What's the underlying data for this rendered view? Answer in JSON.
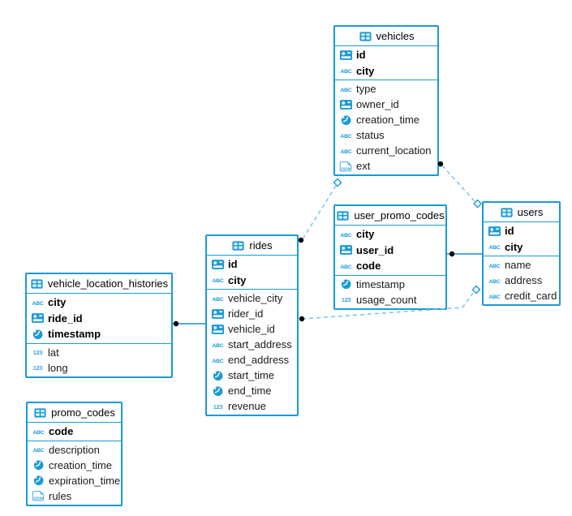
{
  "colors": {
    "accent_blue": "#1a9ad6",
    "dashed_line_blue": "#7cc4e8",
    "endpoint_dot": "#000000",
    "table_background": "#ffffff"
  },
  "icons": [
    "table-icon",
    "id-badge-icon",
    "text-abc-icon",
    "number-123-icon",
    "clock-icon",
    "json-icon"
  ],
  "tables": [
    {
      "name": "vehicles",
      "keys": [
        {
          "name": "id",
          "type": "id"
        },
        {
          "name": "city",
          "type": "text"
        }
      ],
      "fields": [
        {
          "name": "type",
          "type": "text"
        },
        {
          "name": "owner_id",
          "type": "id"
        },
        {
          "name": "creation_time",
          "type": "time"
        },
        {
          "name": "status",
          "type": "text"
        },
        {
          "name": "current_location",
          "type": "text"
        },
        {
          "name": "ext",
          "type": "json"
        }
      ]
    },
    {
      "name": "user_promo_codes",
      "keys": [
        {
          "name": "city",
          "type": "text"
        },
        {
          "name": "user_id",
          "type": "id"
        },
        {
          "name": "code",
          "type": "text"
        }
      ],
      "fields": [
        {
          "name": "timestamp",
          "type": "time"
        },
        {
          "name": "usage_count",
          "type": "number"
        }
      ]
    },
    {
      "name": "users",
      "keys": [
        {
          "name": "id",
          "type": "id"
        },
        {
          "name": "city",
          "type": "text"
        }
      ],
      "fields": [
        {
          "name": "name",
          "type": "text"
        },
        {
          "name": "address",
          "type": "text"
        },
        {
          "name": "credit_card",
          "type": "text"
        }
      ]
    },
    {
      "name": "rides",
      "keys": [
        {
          "name": "id",
          "type": "id"
        },
        {
          "name": "city",
          "type": "text"
        }
      ],
      "fields": [
        {
          "name": "vehicle_city",
          "type": "text"
        },
        {
          "name": "rider_id",
          "type": "id"
        },
        {
          "name": "vehicle_id",
          "type": "id"
        },
        {
          "name": "start_address",
          "type": "text"
        },
        {
          "name": "end_address",
          "type": "text"
        },
        {
          "name": "start_time",
          "type": "time"
        },
        {
          "name": "end_time",
          "type": "time"
        },
        {
          "name": "revenue",
          "type": "number"
        }
      ]
    },
    {
      "name": "vehicle_location_histories",
      "keys": [
        {
          "name": "city",
          "type": "text"
        },
        {
          "name": "ride_id",
          "type": "id"
        },
        {
          "name": "timestamp",
          "type": "time"
        }
      ],
      "fields": [
        {
          "name": "lat",
          "type": "number"
        },
        {
          "name": "long",
          "type": "number"
        }
      ]
    },
    {
      "name": "promo_codes",
      "keys": [
        {
          "name": "code",
          "type": "text"
        }
      ],
      "fields": [
        {
          "name": "description",
          "type": "text"
        },
        {
          "name": "creation_time",
          "type": "time"
        },
        {
          "name": "expiration_time",
          "type": "time"
        },
        {
          "name": "rules",
          "type": "json"
        }
      ]
    }
  ],
  "relationships": [
    {
      "from": "vehicles",
      "to": "users",
      "style": "dashed"
    },
    {
      "from": "vehicles",
      "to": "rides",
      "style": "dashed"
    },
    {
      "from": "user_promo_codes",
      "to": "users",
      "style": "solid"
    },
    {
      "from": "vehicle_location_histories",
      "to": "rides",
      "style": "solid"
    },
    {
      "from": "rides",
      "to": "users",
      "style": "dashed"
    }
  ]
}
